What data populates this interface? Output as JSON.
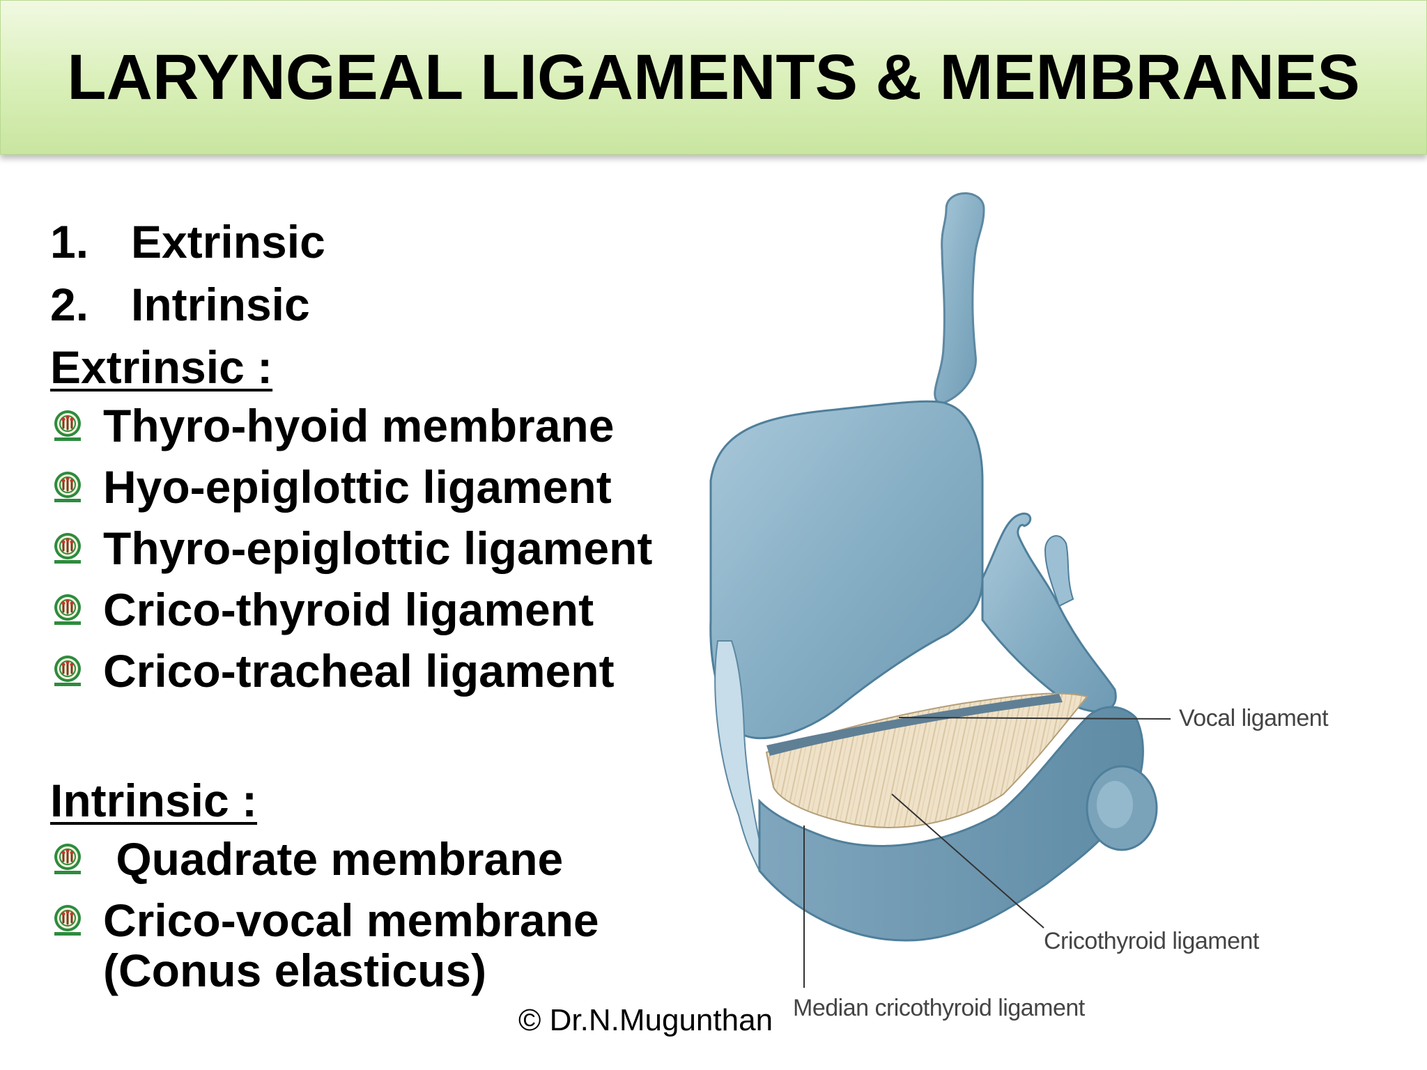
{
  "title": "LARYNGEAL LIGAMENTS & MEMBRANES",
  "types": [
    {
      "number": "1.",
      "label": "Extrinsic"
    },
    {
      "number": "2.",
      "label": "Intrinsic"
    }
  ],
  "extrinsic": {
    "heading": "Extrinsic :",
    "items": [
      "Thyro-hyoid membrane",
      "Hyo-epiglottic ligament",
      "Thyro-epiglottic ligament",
      "Crico-thyroid ligament",
      "Crico-tracheal ligament"
    ]
  },
  "intrinsic": {
    "heading": "Intrinsic :",
    "items": [
      " Quadrate membrane",
      "Crico-vocal membrane"
    ],
    "item2_continuation": "(Conus elasticus)"
  },
  "figure": {
    "labels": {
      "vocal": "Vocal ligament",
      "cricothyroid": "Cricothyroid ligament",
      "median": "Median cricothyroid ligament"
    }
  },
  "copyright": "© Dr.N.Mugunthan",
  "icon": "emblem-bullet-icon",
  "colors": {
    "title_bg": "#d9efb8",
    "cartilage": "#8fb4c9",
    "membrane": "#ecdcc0"
  }
}
